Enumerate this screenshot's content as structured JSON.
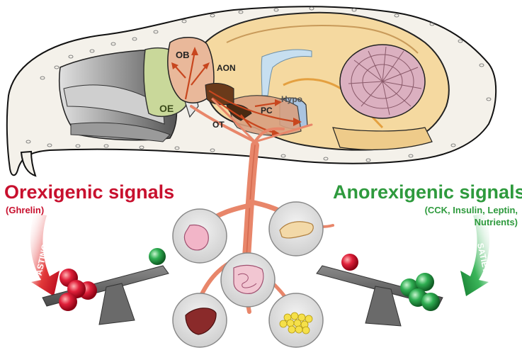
{
  "brain_labels": {
    "ob": "OB",
    "aon": "AON",
    "oe": "OE",
    "hypo": "Hypo",
    "pc": "PC",
    "ot": "OT"
  },
  "left_panel": {
    "title": "Orexigenic signals",
    "subtitle": "(Ghrelin)",
    "arrow_label": "FASTING",
    "color": "#c8102e"
  },
  "right_panel": {
    "title": "Anorexigenic signals",
    "subtitle_line1": "(CCK, Insulin, Leptin,",
    "subtitle_line2": "Nutrients)",
    "arrow_label": "SATIETY",
    "color": "#2e9a3d"
  },
  "organs": [
    "stomach-icon",
    "pancreas-icon",
    "intestine-icon",
    "liver-icon",
    "fat-icon"
  ],
  "colors": {
    "vessel": "#e8866a",
    "skull_fill": "#f4f1ea",
    "brain": "#f5d9a0",
    "olfactory": "#e9b89a",
    "cerebellum": "#dbb0c0",
    "oe": "#c9d89a",
    "orexigenic": "#c8102e",
    "anorexigenic": "#2e9a3d"
  }
}
